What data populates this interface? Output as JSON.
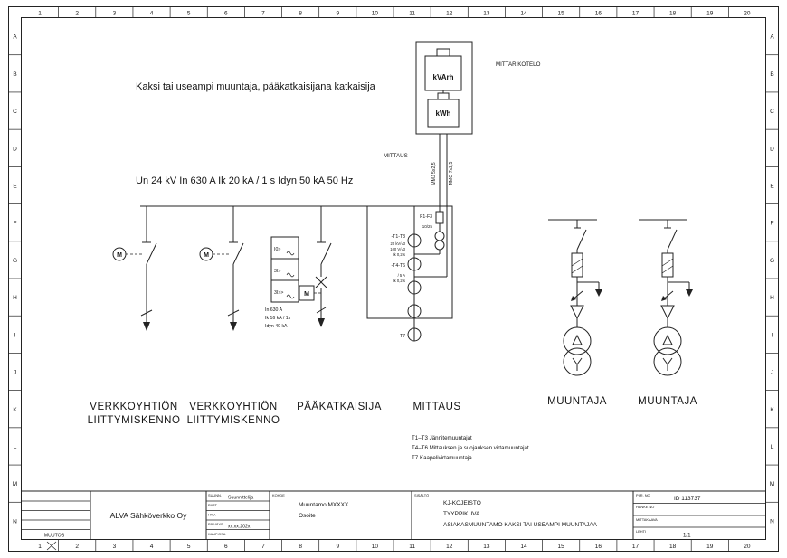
{
  "frame": {
    "cols": [
      "1",
      "2",
      "3",
      "4",
      "5",
      "6",
      "7",
      "8",
      "9",
      "10",
      "11",
      "12",
      "13",
      "14",
      "15",
      "16",
      "17",
      "18",
      "19",
      "20"
    ],
    "rows": [
      "A",
      "B",
      "C",
      "D",
      "E",
      "F",
      "G",
      "H",
      "I",
      "J",
      "K",
      "L",
      "M",
      "N"
    ]
  },
  "heading": {
    "note": "Kaksi tai useampi muuntaja, pääkatkaisijana katkaisija",
    "ratings": "Un 24 kV  In 630 A  Ik 20 kA / 1 s  Idyn 50 kA 50 Hz"
  },
  "meter_box": {
    "label": "MITTARIKOTELO",
    "kvarh": "kVArh",
    "kwh": "kWh",
    "cable1": "MMJ 5x2,5",
    "cable2": "MMO 7x2,5",
    "mittaus": "MITTAUS"
  },
  "measurement": {
    "fuse_label": "F1-F3",
    "fuse_rating": "10/25",
    "t1_label": "-T1-T3",
    "t1_specs": [
      "20 kV/√3",
      "100 V/√3",
      "Ik 0,2 s"
    ],
    "t4_label": "-T4-T6",
    "t4_specs": [
      "/ 5 A",
      "Ik 0,2 s"
    ],
    "t7_label": "-T7"
  },
  "breaker": {
    "relay_cells": [
      "I0>",
      "3I>",
      "3I>>"
    ],
    "motor": "M",
    "notes": [
      "In 630 A",
      "Ik 16 kA / 1s",
      "Idyn 40 kA"
    ]
  },
  "bays": {
    "motor_symbol": "M",
    "incoming1": [
      "VERKKOYHTIÖN",
      "LIITTYMISKENNO"
    ],
    "incoming2": [
      "VERKKOYHTIÖN",
      "LIITTYMISKENNO"
    ],
    "breaker_label": "PÄÄKATKAISIJA",
    "metering_label": "MITTAUS",
    "transformer1_label": "MUUNTAJA",
    "transformer2_label": "MUUNTAJA"
  },
  "notes": [
    "T1–T3  Jännitemuuntajat",
    "T4–T6  Mittauksen ja suojauksen virtamuuntajat",
    "T7  Kaapelivirtamuuntaja"
  ],
  "title_block": {
    "company": "ALVA Sähköverkko Oy",
    "suunn_label": "SUUNN.",
    "suunn_value": "Suunnittelija",
    "piirt_label": "PIIRT.",
    "hyv_label": "HYV.",
    "paivays_label": "PÄIVÄYS",
    "paivays_value": "xx.xx.202x",
    "kaupos_label": "KAUP.OSA",
    "kohde_label": "KOHDE",
    "kohde_lines": [
      "Muuntamo MXXXX",
      "Osoite"
    ],
    "sisalto_label": "SISÄLTÖ",
    "sisalto_lines": [
      "KJ-KOJEISTO",
      "TYYPPIKUVA",
      "ASIAKASMUUNTAMO KAKSI TAI USEAMPI MUUNTAJAA"
    ],
    "piirno_label": "PIIR. NO",
    "piirno_value": "ID 113737",
    "hankeno_label": "HANKE NO",
    "mittakaava_label": "MITTAKAAVA",
    "lehti_label": "LEHTI",
    "lehti_value": "1/1",
    "muutos_label": "MUUTOS"
  }
}
